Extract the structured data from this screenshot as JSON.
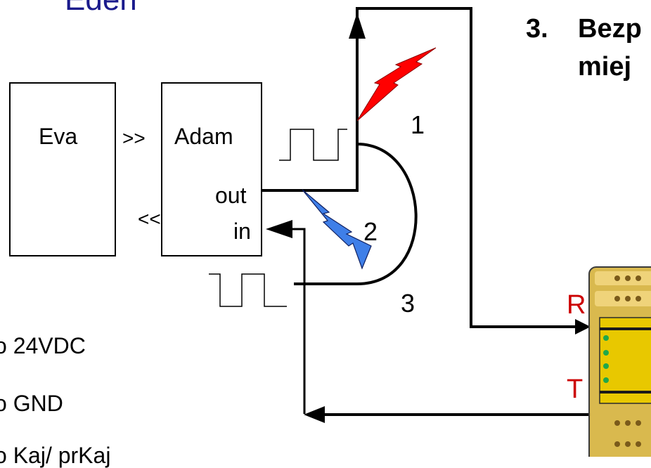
{
  "header": {
    "fragment": "Eden"
  },
  "heading": {
    "number": "3.",
    "line1": "Bezp",
    "line2": "miej"
  },
  "blocks": {
    "eva": "Eva",
    "adam": "Adam",
    "out_port": "out",
    "in_port": "in",
    "send_arrow": ">>",
    "receive_arrow": "<<"
  },
  "fault_labels": {
    "one": "1",
    "two": "2",
    "three": "3"
  },
  "relay_pins": {
    "r": "R",
    "t": "T"
  },
  "left_items": {
    "item1": "o  24VDC",
    "item2": "o GND",
    "item3": "o Kaj/ prKaj"
  },
  "colors": {
    "text": "#000000",
    "title": "#1a1a8c",
    "fault1": "#ff0000",
    "fault2": "#3f7fe8",
    "pin": "#cc0000",
    "relay_body": "#f2d36b",
    "relay_panel": "#e8c800",
    "relay_led": "#1fa84a"
  },
  "icons": {
    "relay": "safety-relay-icon",
    "fault": "lightning-bolt-icon"
  }
}
